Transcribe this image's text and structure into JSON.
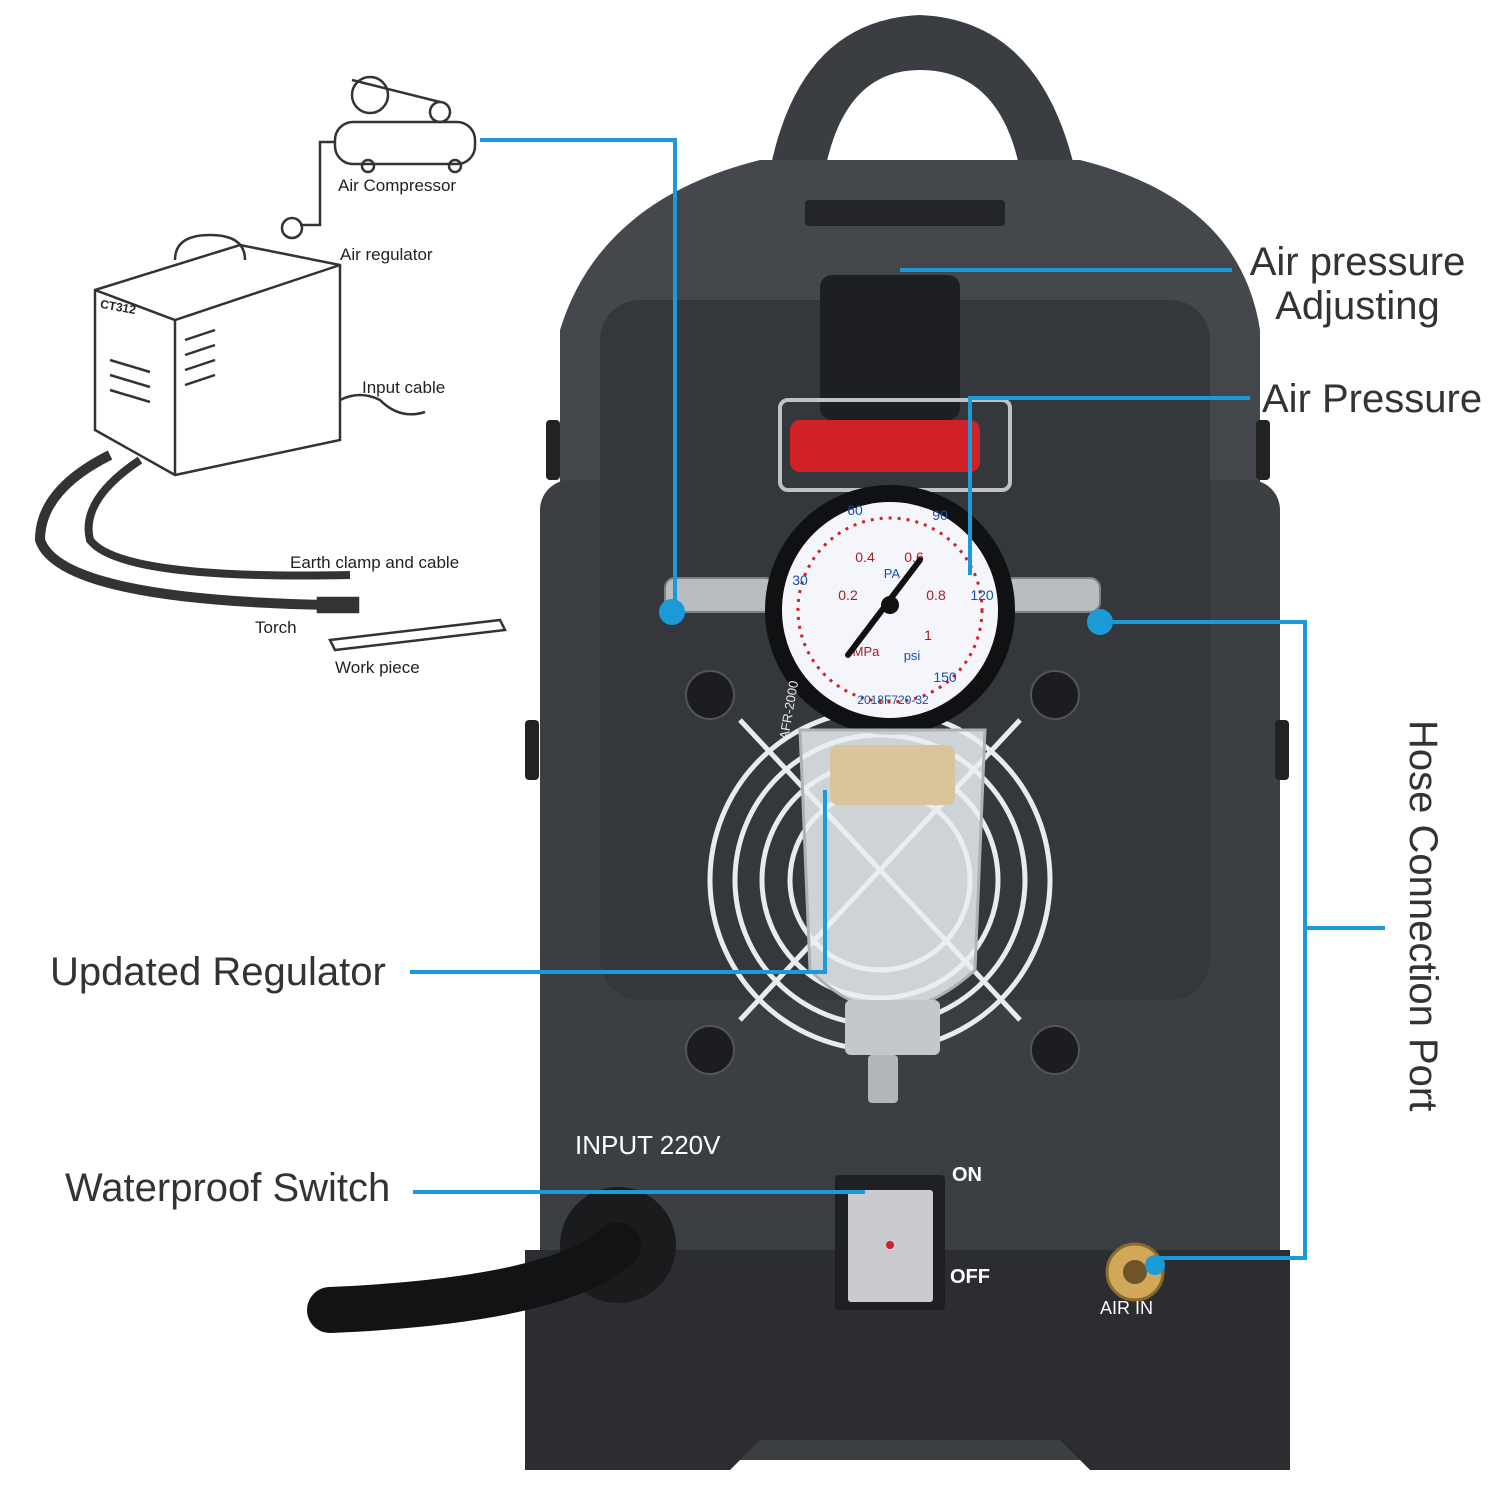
{
  "colors": {
    "accent": "#1a9ad6",
    "body": "#3b3e43",
    "panel": "#2e3034",
    "label": "#333333",
    "gauge_needle": "#d22027"
  },
  "sketch": {
    "model": "CT312",
    "labels": {
      "air_compressor": "Air Compressor",
      "air_regulator": "Air regulator",
      "input_cable": "Input cable",
      "earth_clamp": "Earth clamp and cable",
      "torch": "Torch",
      "work_piece": "Work piece"
    }
  },
  "callouts": {
    "air_pressure_adjusting": [
      "Air pressure",
      "Adjusting"
    ],
    "air_pressure": "Air Pressure",
    "hose_connection_port": "Hose Connection Port",
    "updated_regulator": "Updated Regulator",
    "waterproof_switch": "Waterproof Switch"
  },
  "panel": {
    "input_label": "INPUT 220V",
    "switch_on": "ON",
    "switch_off": "OFF",
    "air_in": "AIR IN"
  },
  "gauge": {
    "mpa_ticks": [
      "0.2",
      "0.4",
      "0.6",
      "0.8",
      "1"
    ],
    "psi_ticks": [
      "30",
      "60",
      "90",
      "120",
      "150"
    ],
    "units": [
      "MPa",
      "psi"
    ],
    "brand": "PA",
    "model_code": "2018F720-32",
    "regulator_code": "AFR-2000"
  }
}
